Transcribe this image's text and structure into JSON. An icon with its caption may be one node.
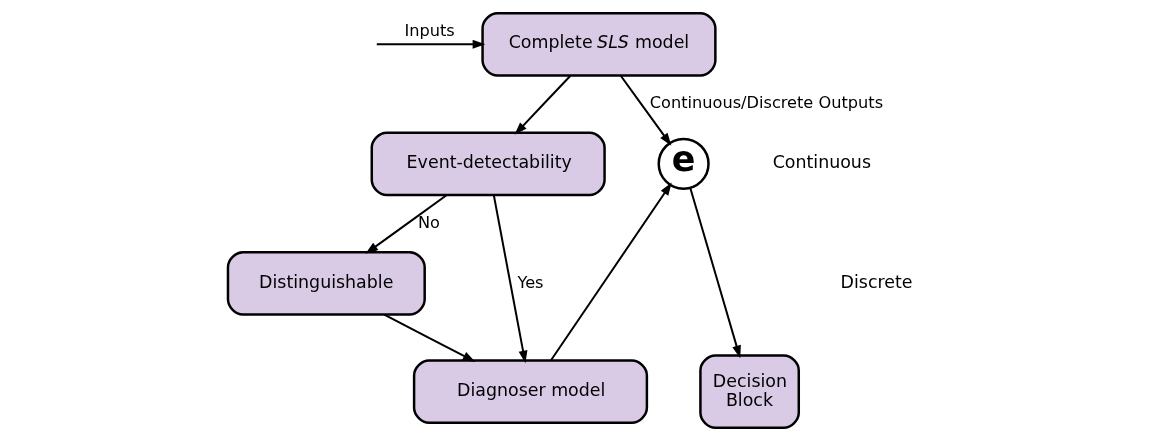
{
  "diagram": {
    "nodes": [
      {
        "text": [
          "Complete *SLS* model"
        ]
      },
      {
        "text": [
          "Event-detectability"
        ]
      },
      {
        "text": [
          "Distinguishable"
        ]
      },
      {
        "text": [
          "Diagnoser model"
        ]
      },
      {
        "text": [
          "e"
        ]
      },
      {
        "text": [
          "Decision Block"
        ]
      }
    ],
    "edges": [
      {
        "from": null,
        "to": 0,
        "arrow": "to",
        "label": "Inputs"
      },
      {
        "from": 0,
        "to": 4,
        "arrow": "to",
        "label": "Continuous/Discrete Outputs"
      },
      {
        "from": 0,
        "to": 1,
        "arrow": "to"
      },
      {
        "from": 1,
        "to": 2,
        "arrow": "to",
        "label": "No"
      },
      {
        "from": 1,
        "to": 3,
        "arrow": "to",
        "label": "Yes"
      },
      {
        "from": 2,
        "to": 3,
        "arrow": "to"
      },
      {
        "from": 3,
        "to": 4,
        "arrow": "to"
      },
      {
        "from": 4,
        "to": 5,
        "arrow": "to"
      }
    ],
    "labels": [
      "Continuous",
      "Discrete"
    ]
  }
}
